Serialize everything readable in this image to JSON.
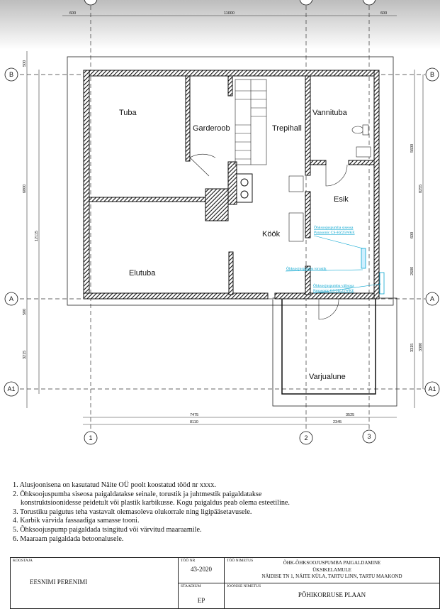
{
  "rooms": {
    "tuba": "Tuba",
    "garderoob": "Garderoob",
    "trepihall": "Trepihall",
    "vannituba": "Vannituba",
    "esik": "Esik",
    "kook": "Köök",
    "elutuba": "Elutuba",
    "varjualune": "Varjualune"
  },
  "equipment_labels": {
    "indoor_line1": "Õhksoojuspumba siseosa",
    "indoor_line2": "Panasonic CS-HZ25WKE",
    "piping": "Õhksoojuspumba torustik",
    "outdoor_line1": "Õhksoojuspumba välisosa",
    "outdoor_line2": "Panasonic CS-HZ25WKE"
  },
  "axes": {
    "col1": "1",
    "col2": "2",
    "col3": "3",
    "rowB": "B",
    "rowA": "A",
    "rowA1": "A1"
  },
  "dimensions": {
    "top": [
      "600",
      "11000",
      "600"
    ],
    "left_outer": [
      "500",
      "6800",
      "500",
      "3215"
    ],
    "left_total": "12115",
    "right_outer": [
      "5600",
      "600",
      "2600",
      "3315"
    ],
    "right_inner": [
      "8255",
      "3380"
    ],
    "bottom_1": [
      "7475",
      "3525"
    ],
    "bottom_2": [
      "8110",
      "2345"
    ]
  },
  "notes": [
    "1. Alusjoonisena on kasutatud Näite OÜ poolt koostatud tööd nr xxxx.",
    "2. Õhksoojuspumba siseosa paigaldatakse seinale, torustik ja juhtmestik paigaldatakse",
    "konstruktsioonidesse peidetult või plastik karbikusse. Kogu paigaldus peab olema esteetiline.",
    "3. Torustiku paigutus teha vastavalt olemasoleva olukorrale ning ligipääsetavusele.",
    "4. Karbik värvida fassaadiga samasse tooni.",
    "5. Õhksoojuspump paigaldada tsingitud või värvitud maaraamile.",
    "6. Maaraam paigaldada betoonalusele."
  ],
  "title_block": {
    "koostaja_label": "KOOSTAJA",
    "koostaja": "EESNIMI PERENIMI",
    "too_nr_label": "TÖÖ NR",
    "too_nr": "43-2020",
    "too_nimetus_label": "TÖÖ NIMETUS",
    "too_nimetus_1": "ÕHK-ÕHKSOOJUSPUMBA PAIGALDAMINE",
    "too_nimetus_2": "ÜKSIKELAMULE",
    "too_nimetus_3": "NÄIDISE TN 1, NÄITE KÜLA, TARTU LINN, TARTU MAAKOND",
    "staadium_label": "STAADIUM",
    "staadium": "EP",
    "joonise_nimetus_label": "JOONISE NIMETUS",
    "joonise_nimetus": "PÕHIKORRUSE PLAAN"
  },
  "colors": {
    "annotation": "#0aa6d0",
    "wall": "#111111"
  }
}
